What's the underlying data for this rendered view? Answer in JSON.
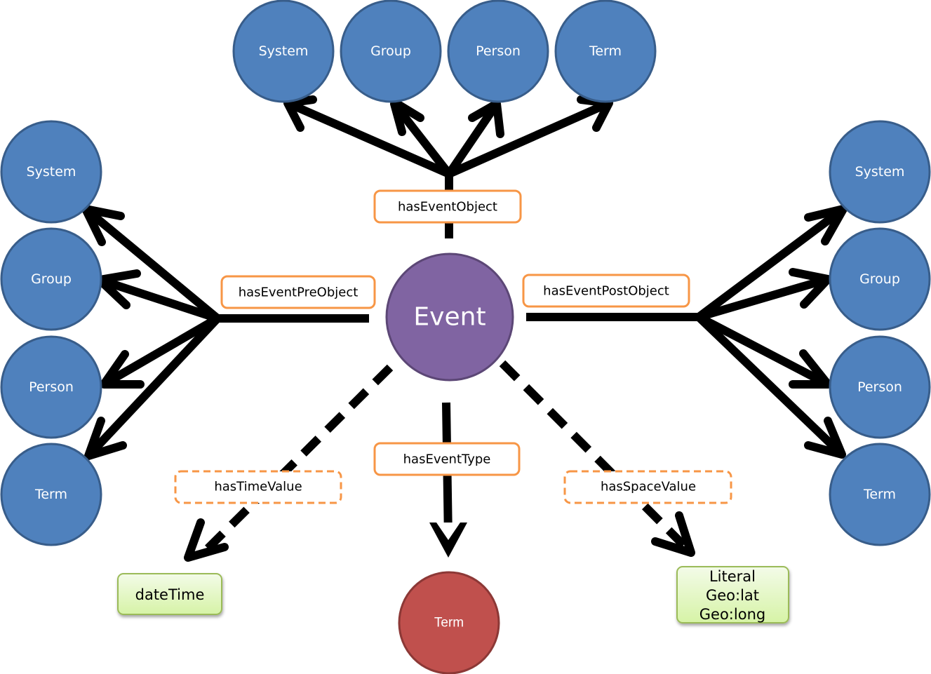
{
  "center": {
    "label": "Event",
    "color": "#8064A2"
  },
  "colors": {
    "entity": "#4F81BD",
    "entity_border": "#385D8A",
    "event_border": "#5C4776",
    "term_red": "#C0504D",
    "term_red_border": "#8C3836",
    "property_border": "#F79646",
    "literal_fill_top": "#F1FBE4",
    "literal_fill_bottom": "#D7F5A8",
    "literal_border": "#9BBB59"
  },
  "properties": {
    "object": "hasEventObject",
    "pre_object": "hasEventPreObject",
    "post_object": "hasEventPostObject",
    "type": "hasEventType",
    "time": "hasTimeValue",
    "space": "hasSpaceValue"
  },
  "groups": {
    "top": [
      "System",
      "Group",
      "Person",
      "Term"
    ],
    "left": [
      "System",
      "Group",
      "Person",
      "Term"
    ],
    "right": [
      "System",
      "Group",
      "Person",
      "Term"
    ]
  },
  "targets": {
    "type_term": "Term",
    "time_literal": "dateTime",
    "space_literal": [
      "Literal",
      "Geo:lat",
      "Geo:long"
    ]
  }
}
